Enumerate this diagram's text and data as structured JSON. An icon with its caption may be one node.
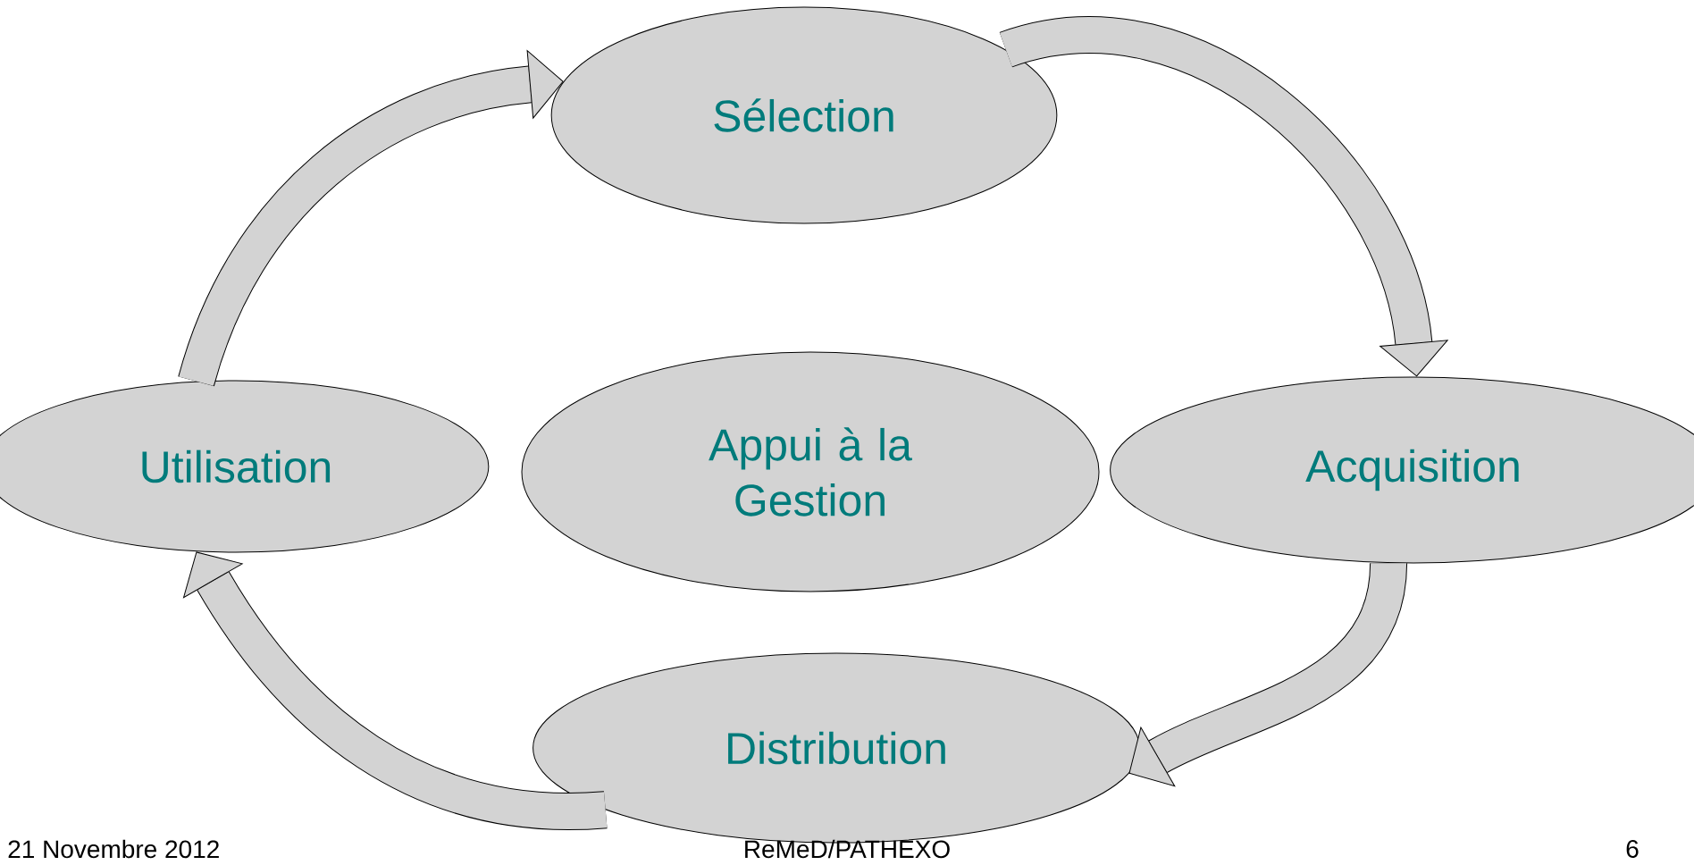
{
  "diagram": {
    "nodes": [
      {
        "text": [
          "Sélection"
        ]
      },
      {
        "text": [
          "Utilisation"
        ]
      },
      {
        "text": [
          "Appui à la Gestion"
        ]
      },
      {
        "text": [
          "Acquisition"
        ]
      },
      {
        "text": [
          "Distribution"
        ]
      }
    ],
    "edges": [
      {
        "from": 1,
        "to": 0,
        "arrow": "to"
      },
      {
        "from": 0,
        "to": 3,
        "arrow": "to"
      },
      {
        "from": 3,
        "to": 4,
        "arrow": "to"
      },
      {
        "from": 4,
        "to": 1,
        "arrow": "to"
      }
    ],
    "labels": [
      "21 Novembre 2012",
      "ReMeD/PATHEXO",
      "6"
    ]
  }
}
